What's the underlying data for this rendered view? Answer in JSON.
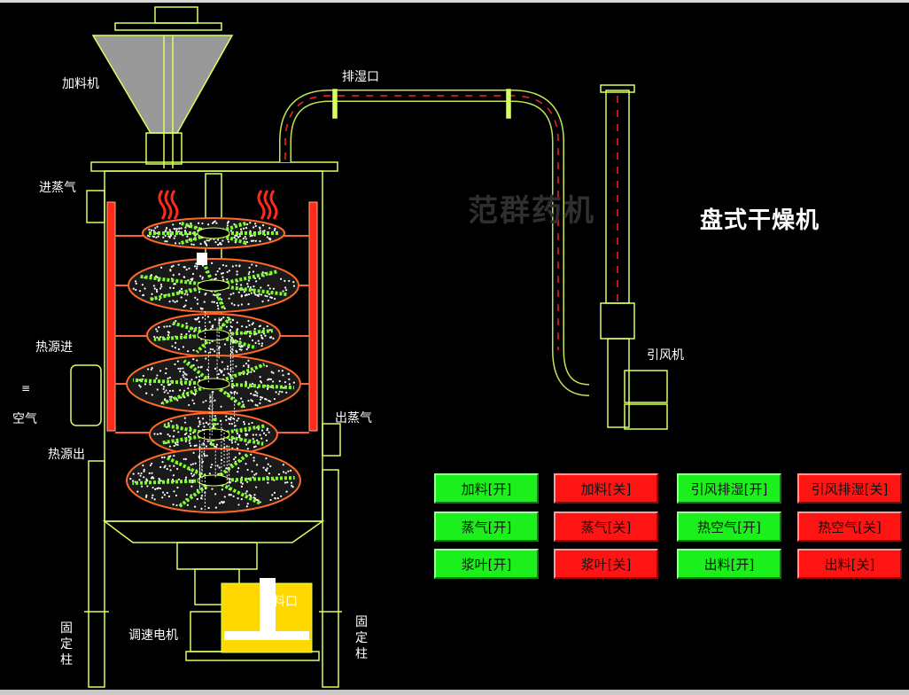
{
  "title": "盘式干燥机",
  "watermark": "范群药机",
  "labels": {
    "feeder": "加料机",
    "steam_in": "进蒸气",
    "heat_in": "热源进",
    "air": "空气",
    "heat_out": "热源出",
    "steam_out": "出蒸气",
    "exhaust": "排湿口",
    "fan": "引风机",
    "motor": "调速电机",
    "discharge": "料口",
    "fixed_col_left": "固定柱",
    "fixed_col_right": "固定柱"
  },
  "buttons": [
    {
      "label": "加料[开]",
      "state": "on"
    },
    {
      "label": "加料[关]",
      "state": "off"
    },
    {
      "label": "引风排湿[开]",
      "state": "on"
    },
    {
      "label": "引风排湿[关]",
      "state": "off"
    },
    {
      "label": "蒸气[开]",
      "state": "on"
    },
    {
      "label": "蒸气[关]",
      "state": "off"
    },
    {
      "label": "热空气[开]",
      "state": "on"
    },
    {
      "label": "热空气[关]",
      "state": "off"
    },
    {
      "label": "浆叶[开]",
      "state": "on"
    },
    {
      "label": "浆叶[关]",
      "state": "off"
    },
    {
      "label": "出料[开]",
      "state": "on"
    },
    {
      "label": "出料[关]",
      "state": "off"
    }
  ],
  "colors": {
    "outline": "#d8ff60",
    "heater": "#ff2a1a",
    "blade": "#7dff2a",
    "pipe_dash": "#ff2020",
    "on": "#1cf01c",
    "off": "#ff1414",
    "hopper": "#b4b4b4",
    "discharge_box": "#ffd800"
  }
}
